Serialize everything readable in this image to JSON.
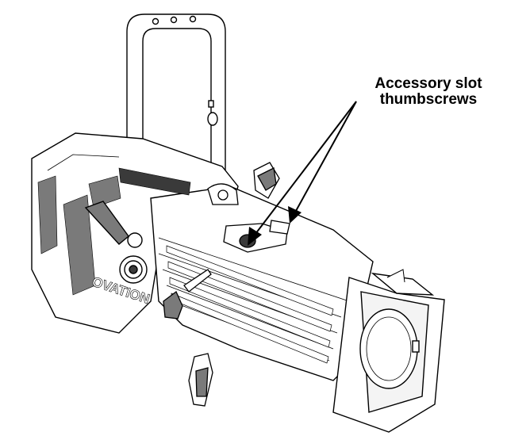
{
  "callout": {
    "line1": "Accessory slot",
    "line2": "thumbscrews"
  },
  "logo_text": "OVATION",
  "colors": {
    "line": "#000000",
    "fill": "#ffffff",
    "shade": "#7a7a7a",
    "dark": "#3a3a3a"
  }
}
